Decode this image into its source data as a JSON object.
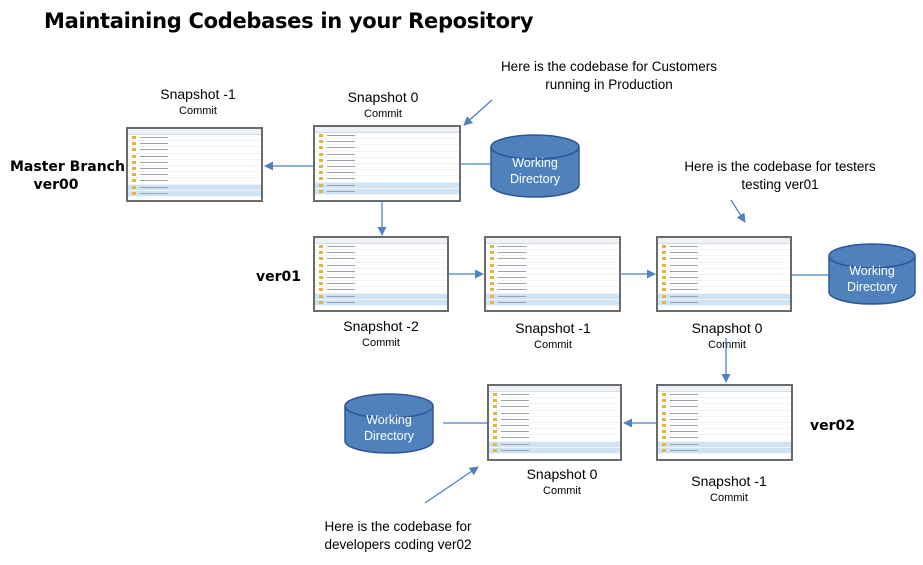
{
  "title": "Maintaining Codebases in your Repository",
  "branches": {
    "master": "Master Branch",
    "master_ver": "ver00",
    "ver01": "ver01",
    "ver02": "ver02"
  },
  "snapshots": {
    "master_prev": {
      "label": "Snapshot -1",
      "sub": "Commit"
    },
    "master_curr": {
      "label": "Snapshot 0",
      "sub": "Commit"
    },
    "v1_a": {
      "label": "Snapshot -2",
      "sub": "Commit"
    },
    "v1_b": {
      "label": "Snapshot -1",
      "sub": "Commit"
    },
    "v1_c": {
      "label": "Snapshot 0",
      "sub": "Commit"
    },
    "v2_curr": {
      "label": "Snapshot 0",
      "sub": "Commit"
    },
    "v2_prev": {
      "label": "Snapshot -1",
      "sub": "Commit"
    }
  },
  "working_directory": {
    "line1": "Working",
    "line2": "Directory"
  },
  "notes": {
    "production": {
      "line1": "Here is the codebase for Customers",
      "line2": "running in Production"
    },
    "testers": {
      "line1": "Here is the codebase for testers",
      "line2": "testing ver01"
    },
    "developers": {
      "line1": "Here is the codebase for",
      "line2": "developers coding ver02"
    }
  },
  "colors": {
    "cylinder_fill": "#4f81bd",
    "cylinder_stroke": "#2f5597",
    "arrow": "#4f81bd"
  }
}
